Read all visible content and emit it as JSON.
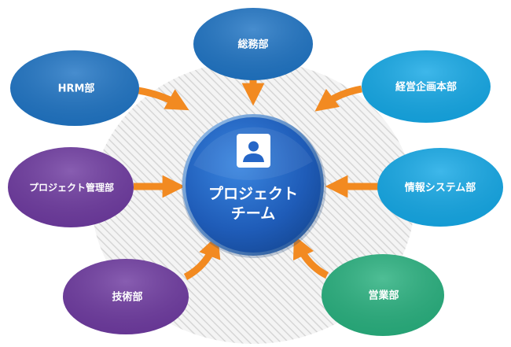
{
  "diagram": {
    "center": {
      "line1": "プロジェクト",
      "line2": "チーム",
      "icon": "user-icon"
    },
    "departments": {
      "general_affairs": "総務部",
      "hrm": "HRM部",
      "planning": "経営企画本部",
      "project_management": "プロジェクト管理部",
      "information_systems": "情報システム部",
      "engineering": "技術部",
      "sales": "営業部"
    },
    "colors": {
      "blue": "#1f74c4",
      "light_blue": "#14a8e6",
      "purple": "#6e3aa0",
      "green": "#28b07e",
      "arrow": "#f28a21",
      "center_blue": "#2566c7",
      "backdrop_hatch": "#d6d6d6"
    }
  }
}
